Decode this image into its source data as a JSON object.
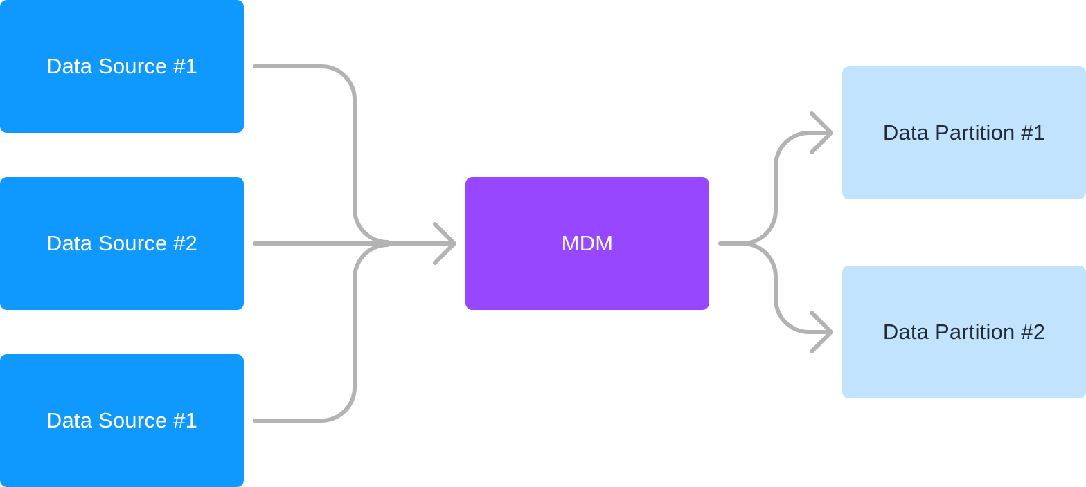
{
  "sources": [
    {
      "label": "Data Source #1"
    },
    {
      "label": "Data Source #2"
    },
    {
      "label": "Data Source #1"
    }
  ],
  "hub": {
    "label": "MDM"
  },
  "partitions": [
    {
      "label": "Data Partition #1"
    },
    {
      "label": "Data Partition #2"
    }
  ],
  "colors": {
    "source": "#0f98fd",
    "hub": "#9747ff",
    "partition": "#c2e3fd",
    "connector": "#b3b3b3",
    "light_text": "#ffffff",
    "dark_text": "#1f2a35"
  }
}
